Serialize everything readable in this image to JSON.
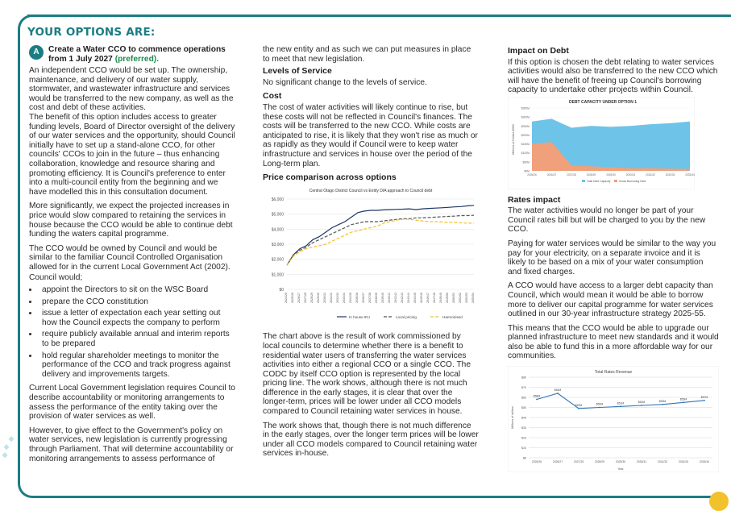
{
  "heading": "YOUR OPTIONS ARE:",
  "option": {
    "badge": "A",
    "title": "Create a Water CCO to commence operations from 1 July 2027",
    "preferred": "(preferred)."
  },
  "col1": {
    "p1": "An independent CCO would be set up. The ownership, maintenance, and delivery of our water supply, stormwater, and wastewater infrastructure and services would be transferred to the new company, as well as the cost and debt of these activities.",
    "p2": "The benefit of this option includes access to greater funding levels, Board of Director oversight of the delivery of our water services and the opportunity, should Council initially have to set up a stand-alone CCO, for other councils' CCOs to join in the future – thus enhancing collaboration, knowledge and resource sharing and promoting efficiency. It is Council's preference to enter into a multi-council entity from the beginning and we have modelled this in this consultation document.",
    "p3": "More significantly, we expect the projected increases in price would slow compared to retaining the services in house because the CCO would be able to continue debt funding the waters capital programme.",
    "p4": "The CCO would be owned by Council and would be similar to the familiar Council Controlled Organisation allowed for in the current Local Government Act (2002).",
    "p5": "Council would;",
    "bullets": [
      "appoint the Directors to sit on the WSC Board",
      "prepare the CCO constitution",
      "issue a letter of expectation each year setting out how the Council expects the company to perform",
      "require publicly available annual and interim reports to be prepared",
      "hold regular shareholder meetings to monitor the performance of the CCO and track progress against delivery and improvements targets."
    ],
    "p6": "Current Local Government legislation requires Council to describe accountability or monitoring arrangements to assess the performance of the entity taking over the provision of water services as well.",
    "p7": "However, to give effect to the Government's policy on water services, new legislation is currently progressing through Parliament. That will determine accountability or monitoring arrangements to assess performance of"
  },
  "col2": {
    "p1": "the new entity and as such we can put measures in place to meet that new legislation.",
    "h_levels": "Levels of Service",
    "p_levels": "No significant change to the levels of service.",
    "h_cost": "Cost",
    "p_cost": "The cost of water activities will likely continue to rise, but these costs will not be reflected in Council's finances. The costs will be transferred to the new CCO. While costs are anticipated to rise, it is likely that they won't rise as much or as rapidly as they would if Council were to keep water infrastructure and services in house over the period of the Long-term plan.",
    "h_price": "Price comparison across options",
    "p_after1": "The chart above is the result of work commissioned by local councils to determine whether there is a benefit to residential water users of transferring the water services activities into either a regional CCO or a single CCO. The CODC by itself CCO option is represented by the local pricing line. The work shows, although there is not much difference in the early stages, it is clear that over the longer-term, prices will be lower under all CCO models compared to Council retaining water services in house.",
    "p_after2": "The work shows that, though there is not much difference in the early stages, over the longer term prices will be lower under all CCO models compared to Council retaining water services in-house."
  },
  "col3": {
    "h_debt": "Impact on Debt",
    "p_debt": "If this option is chosen the debt relating to water services activities would also be transferred to the new CCO which will have the benefit of freeing up Council's borrowing capacity to undertake other projects within Council.",
    "h_rates": "Rates impact",
    "p_rates1": "The water activities would no longer be part of your Council rates bill but will be charged to you by the new CCO.",
    "p_rates2": "Paying for water services would be similar to the way you pay for your electricity, on a separate invoice and it is likely to be based on a mix of your water consumption and fixed charges.",
    "p_rates3": "A CCO would have access to a larger debt capacity than Council, which would mean it would be able to borrow more to deliver our capital programme for water services outlined in our 30-year infrastructure strategy 2025-55.",
    "p_rates4": "This means that the CCO would be able to upgrade our planned infrastructure to meet new standards and it would also be able to fund this in a more affordable way for our communities."
  },
  "chart_data": [
    {
      "type": "line",
      "title": "Central Otago District Council vs Entity DIA approach to Council debt",
      "ylim": [
        0,
        6000
      ],
      "yticks": [
        "$0",
        "$1,000",
        "$2,000",
        "$3,000",
        "$4,000",
        "$5,000",
        "$6,000"
      ],
      "categories": [
        "2024/25",
        "2025/26",
        "2026/27",
        "2027/28",
        "2028/29",
        "2029/30",
        "2030/31",
        "2031/32",
        "2032/33",
        "2033/34",
        "2034/35",
        "2035/36",
        "2036/37",
        "2037/38",
        "2038/39",
        "2039/40",
        "2040/41",
        "2041/42",
        "2042/43",
        "2043/44",
        "2044/45",
        "2045/46",
        "2046/47",
        "2047/48",
        "2048/49",
        "2049/50",
        "2050/51",
        "2051/52",
        "2052/53",
        "2053/54"
      ],
      "series": [
        {
          "name": "In house IRJ",
          "color": "#1f3566",
          "dash": "",
          "values": [
            1600,
            2300,
            2700,
            2900,
            3300,
            3500,
            3800,
            4100,
            4300,
            4500,
            4800,
            5100,
            5200,
            5250,
            5250,
            5280,
            5300,
            5320,
            5330,
            5350,
            5300,
            5350,
            5380,
            5400,
            5420,
            5450,
            5480,
            5500,
            5550,
            5580
          ]
        },
        {
          "name": "Local pricing",
          "color": "#555555",
          "dash": "4,2",
          "values": [
            1600,
            2300,
            2600,
            2800,
            3100,
            3300,
            3500,
            3700,
            3900,
            4100,
            4300,
            4400,
            4500,
            4500,
            4500,
            4550,
            4600,
            4650,
            4700,
            4700,
            4750,
            4750,
            4780,
            4800,
            4820,
            4850,
            4870,
            4900,
            4900,
            4920
          ]
        },
        {
          "name": "Harmonised",
          "color": "#f2c22d",
          "dash": "4,2",
          "values": [
            1600,
            2200,
            2500,
            2700,
            2800,
            2900,
            3000,
            3200,
            3400,
            3600,
            3800,
            3900,
            4000,
            4100,
            4200,
            4400,
            4500,
            4600,
            4650,
            4650,
            4600,
            4550,
            4500,
            4500,
            4480,
            4450,
            4450,
            4420,
            4400,
            4400
          ]
        }
      ]
    },
    {
      "type": "area",
      "title": "DEBT CAPACITY UNDER OPTION 1",
      "ylabel": "Millions of Dollars $000",
      "ylim": [
        0,
        350
      ],
      "yticks": [
        "$0M",
        "$50M",
        "$100M",
        "$150M",
        "$200M",
        "$250M",
        "$300M",
        "$350M"
      ],
      "categories": [
        "2025/26",
        "2026/27",
        "2027/28",
        "2028/29",
        "2029/30",
        "2030/31",
        "2031/32",
        "2032/33",
        "2033/34"
      ],
      "series": [
        {
          "name": "Total Debt Capacity",
          "color": "#6ec3e8",
          "values": [
            275,
            290,
            240,
            250,
            245,
            250,
            260,
            265,
            275
          ]
        },
        {
          "name": "Gross Borrowing Debt",
          "color": "#f0a07a",
          "values": [
            150,
            160,
            30,
            25,
            20,
            15,
            15,
            12,
            10
          ]
        }
      ]
    },
    {
      "type": "line",
      "title": "Total Rates Revenue",
      "xlabel": "Year",
      "ylabel": "Millions of dollars",
      "ylim": [
        0,
        80
      ],
      "yticks": [
        "$0",
        "$10",
        "$20",
        "$30",
        "$40",
        "$50",
        "$60",
        "$70",
        "$80"
      ],
      "categories": [
        "2025/26",
        "2026/27",
        "2027/28",
        "2028/29",
        "2029/30",
        "2030/31",
        "2031/32",
        "2032/33",
        "2033/34"
      ],
      "labels": [
        "$58M",
        "$64M",
        "$49M",
        "$50M",
        "$51M",
        "$52M",
        "$53M",
        "$55M",
        "$57M"
      ],
      "series": [
        {
          "name": "Total Rates Revenue",
          "color": "#2e75b6",
          "values": [
            58,
            64,
            49,
            50,
            51,
            52,
            53,
            55,
            57
          ]
        }
      ]
    }
  ]
}
